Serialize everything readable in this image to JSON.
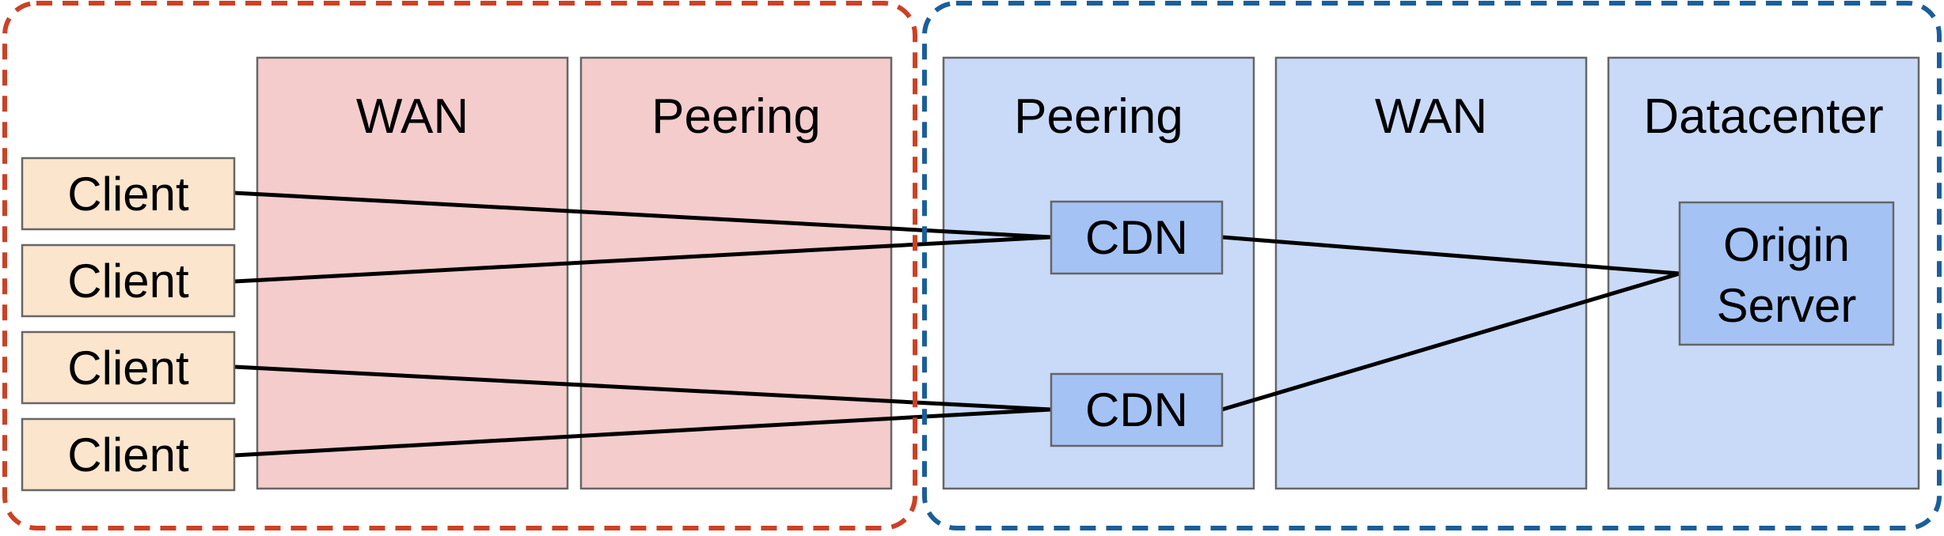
{
  "colors": {
    "client_zone_border": "#cc4125",
    "provider_zone_border": "#1b5e99",
    "client_zone_fill": "#f4cccc",
    "provider_zone_fill": "#c9daf8",
    "node_fill": "#a4c2f4",
    "client_fill": "#fce5cd",
    "box_stroke": "#666666",
    "link": "#000000"
  },
  "zones": {
    "wan_left": "WAN",
    "peering_left": "Peering",
    "peering_right": "Peering",
    "wan_right": "WAN",
    "datacenter": "Datacenter"
  },
  "clients": [
    "Client",
    "Client",
    "Client",
    "Client"
  ],
  "cdn_nodes": [
    "CDN",
    "CDN"
  ],
  "origin": {
    "line1": "Origin",
    "line2": "Server"
  }
}
